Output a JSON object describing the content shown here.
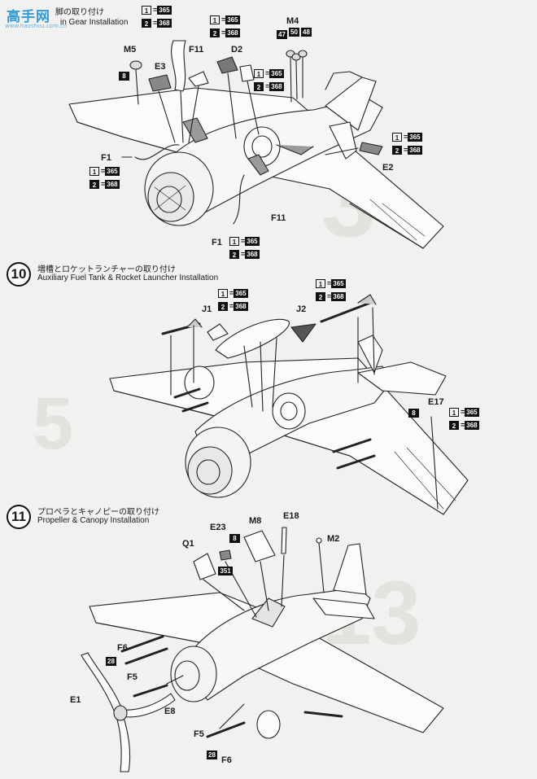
{
  "watermark": {
    "main": "高手网",
    "sub": "www.haoshou.com.cn"
  },
  "step9": {
    "title_jp": "脚の取り付け",
    "title_en_visible": "in Gear Installation"
  },
  "step10": {
    "number": "10",
    "title_jp": "増槽とロケットランチャーの取り付け",
    "title_en": "Auxiliary Fuel Tank & Rocket Launcher Installation"
  },
  "step11": {
    "number": "11",
    "title_jp": "プロペラとキャノピーの取り付け",
    "title_en": "Propeller & Canopy Installation"
  },
  "ghost_numbers": [
    "3",
    "13",
    "5"
  ],
  "color_keys": {
    "one": "1",
    "two": "2"
  },
  "color_values": {
    "a": "365",
    "b": "368",
    "c": "351"
  },
  "badges": {
    "b8": "8",
    "b28": "28",
    "b47": "47",
    "b50": "50",
    "b48": "48"
  },
  "parts": {
    "M5": "M5",
    "E3": "E3",
    "F11": "F11",
    "D2": "D2",
    "M4": "M4",
    "F1": "F1",
    "E2": "E2",
    "J1": "J1",
    "J2": "J2",
    "E17": "E17",
    "Q1": "Q1",
    "E23": "E23",
    "M8": "M8",
    "E18": "E18",
    "M2": "M2",
    "F6": "F6",
    "F5": "F5",
    "E1": "E1",
    "E8": "E8"
  }
}
